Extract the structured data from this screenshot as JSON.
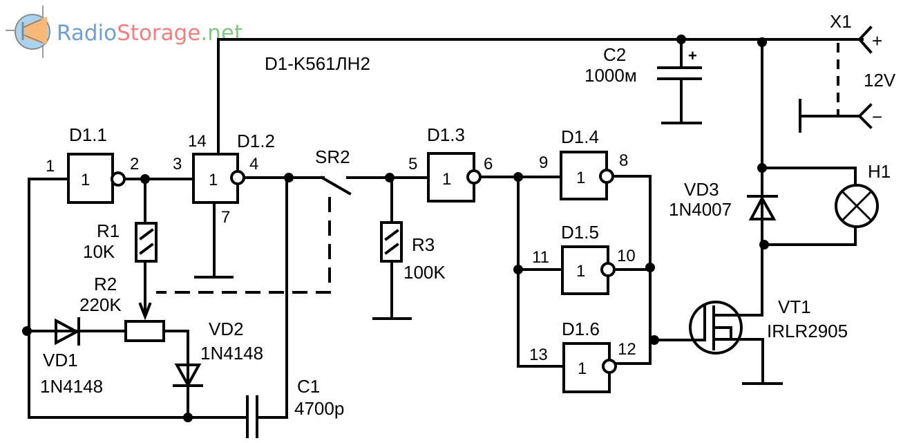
{
  "watermark": {
    "part1": "Radio",
    "part2": "Storage",
    "part3": ".net",
    "colors": {
      "part1": "#6f9fd0",
      "part2": "#f07f7f",
      "part3": "#7fc87f",
      "logo_circle": "#a8d4f0",
      "logo_body": "#f8b878"
    }
  },
  "ic_label": "D1-K561ЛН2",
  "gates": [
    {
      "name": "D1.1",
      "symbol": "1",
      "in_pin": "1",
      "out_pin": "2"
    },
    {
      "name": "D1.2",
      "symbol": "1",
      "in_pin": "3",
      "out_pin": "4",
      "vcc_pin": "14",
      "gnd_pin": "7"
    },
    {
      "name": "D1.3",
      "symbol": "1",
      "in_pin": "5",
      "out_pin": "6"
    },
    {
      "name": "D1.4",
      "symbol": "1",
      "in_pin": "9",
      "out_pin": "8"
    },
    {
      "name": "D1.5",
      "symbol": "1",
      "in_pin": "11",
      "out_pin": "10"
    },
    {
      "name": "D1.6",
      "symbol": "1",
      "in_pin": "13",
      "out_pin": "12"
    }
  ],
  "components": {
    "R1": {
      "ref": "R1",
      "value": "10K"
    },
    "R2": {
      "ref": "R2",
      "value": "220K"
    },
    "R3": {
      "ref": "R3",
      "value": "100K"
    },
    "C1": {
      "ref": "C1",
      "value": "4700p"
    },
    "C2": {
      "ref": "C2",
      "value": "1000м",
      "polarity": "+"
    },
    "VD1": {
      "ref": "VD1",
      "value": "1N4148"
    },
    "VD2": {
      "ref": "VD2",
      "value": "1N4148"
    },
    "VD3": {
      "ref": "VD3",
      "value": "1N4007"
    },
    "VT1": {
      "ref": "VT1",
      "value": "IRLR2905"
    },
    "H1": {
      "ref": "H1"
    },
    "SR2": {
      "ref": "SR2"
    },
    "X1": {
      "ref": "X1",
      "plus": "+",
      "minus": "−",
      "voltage": "12V"
    }
  }
}
